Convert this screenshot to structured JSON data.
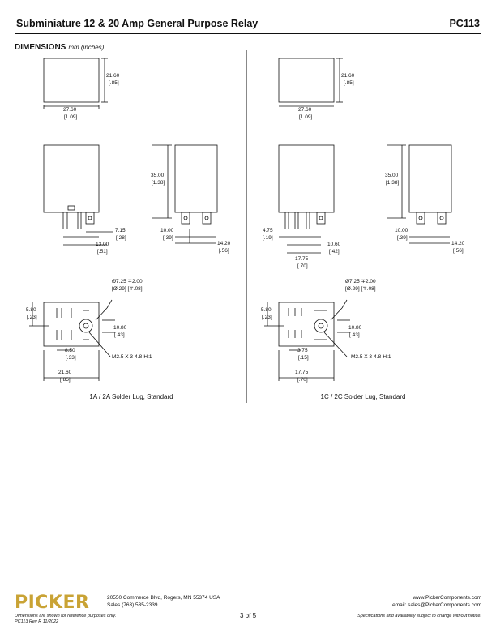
{
  "header": {
    "title": "Subminiature 12 & 20 Amp General Purpose Relay",
    "code": "PC113"
  },
  "section": {
    "title": "DIMENSIONS",
    "units": "mm (inches)"
  },
  "left": {
    "top_h": "21.60",
    "top_h_in": "[.85]",
    "top_w": "27.60",
    "top_w_in": "[1.09]",
    "side_h": "35.00",
    "side_h_in": "[1.38]",
    "d_715": "7.15",
    "d_715_in": "[.28]",
    "d_1300": "13.00",
    "d_1300_in": "[.51]",
    "d_1000": "10.00",
    "d_1000_in": "[.39]",
    "d_1420": "14.20",
    "d_1420_in": "[.56]",
    "hole": "Ø7.25 ∓2.00",
    "hole_in": "[Ø.29] [∓.08]",
    "d_580": "5.80",
    "d_580_in": "[.23]",
    "d_1080": "10.80",
    "d_1080_in": "[.43]",
    "d_850": "8.50",
    "d_850_in": "[.33]",
    "d_2160": "21.60",
    "d_2160_in": "[.85]",
    "screw": "M2.5 X 3-4.8-H:1",
    "caption": "1A / 2A Solder Lug, Standard"
  },
  "right": {
    "top_h": "21.60",
    "top_h_in": "[.85]",
    "top_w": "27.60",
    "top_w_in": "[1.09]",
    "side_h": "35.00",
    "side_h_in": "[1.38]",
    "d_475": "4.75",
    "d_475_in": "[.19]",
    "d_1060": "10.60",
    "d_1060_in": "[.42]",
    "d_1775": "17.75",
    "d_1775_in": "[.70]",
    "d_1000": "10.00",
    "d_1000_in": "[.39]",
    "d_1420": "14.20",
    "d_1420_in": "[.56]",
    "hole": "Ø7.25 ∓2.00",
    "hole_in": "[Ø.29] [∓.08]",
    "d_580": "5.80",
    "d_580_in": "[.23]",
    "d_1080": "10.80",
    "d_1080_in": "[.43]",
    "d_375": "3.75",
    "d_375_in": "[.15]",
    "d_1775b": "17.75",
    "d_1775b_in": "[.70]",
    "screw": "M2.5 X 3-4.8-H:1",
    "caption": "1C / 2C Solder Lug, Standard"
  },
  "footer": {
    "logo": "PICKER",
    "address1": "20550 Commerce Blvd, Rogers, MN 55374 USA",
    "address2": "Sales (763) 535-2339",
    "web": "www.PickerComponents.com",
    "email": "email: sales@PickerComponents.com",
    "page": "3 of 5",
    "note1": "Dimensions are shown for reference purposes only.",
    "note2": "PC113 Rev R 11/2022",
    "spec": "Specifications and availability subject to change without notice."
  }
}
